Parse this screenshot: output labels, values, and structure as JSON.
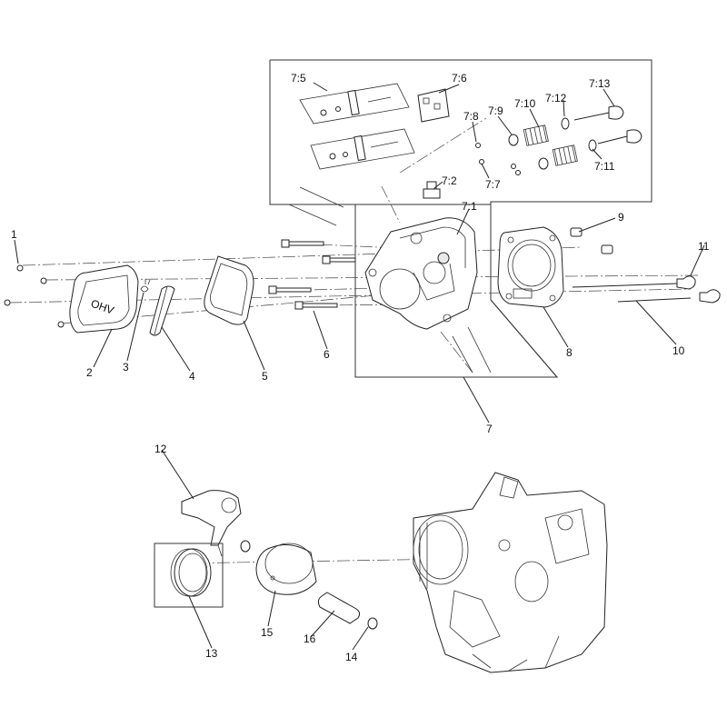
{
  "callouts": {
    "c1": "1",
    "c2": "2",
    "c3": "3",
    "c4": "4",
    "c5": "5",
    "c6": "6",
    "c7": "7",
    "c8": "8",
    "c9": "9",
    "c10": "10",
    "c11": "11",
    "c12": "12",
    "c13": "13",
    "c14": "14",
    "c15": "15",
    "c16": "16",
    "c7_1": "7:1",
    "c7_2": "7:2",
    "c7_5": "7:5",
    "c7_6": "7:6",
    "c7_7": "7:7",
    "c7_8": "7:8",
    "c7_9": "7:9",
    "c7_10": "7:10",
    "c7_11": "7:11",
    "c7_12": "7:12",
    "c7_13": "7:13"
  },
  "cover_text": "OHV"
}
